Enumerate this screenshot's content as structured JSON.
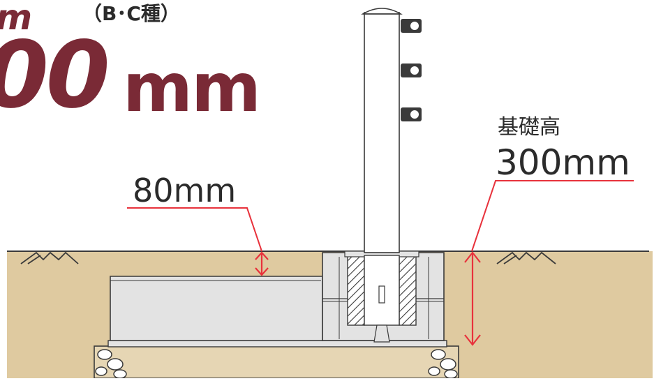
{
  "header": {
    "title_fragment": "m",
    "title_subtype": "（B･C種）",
    "height_number": "00",
    "height_unit": "mm"
  },
  "dimensions": {
    "embed_depth": "80mm",
    "base_height_label": "基礎高",
    "base_height_value": "300mm"
  },
  "colors": {
    "accent": "#7a2a36",
    "dimension_line": "#e8323c",
    "soil": "#dfcaa0",
    "concrete": "#e3e3e3",
    "outline": "#3a3a3a"
  }
}
